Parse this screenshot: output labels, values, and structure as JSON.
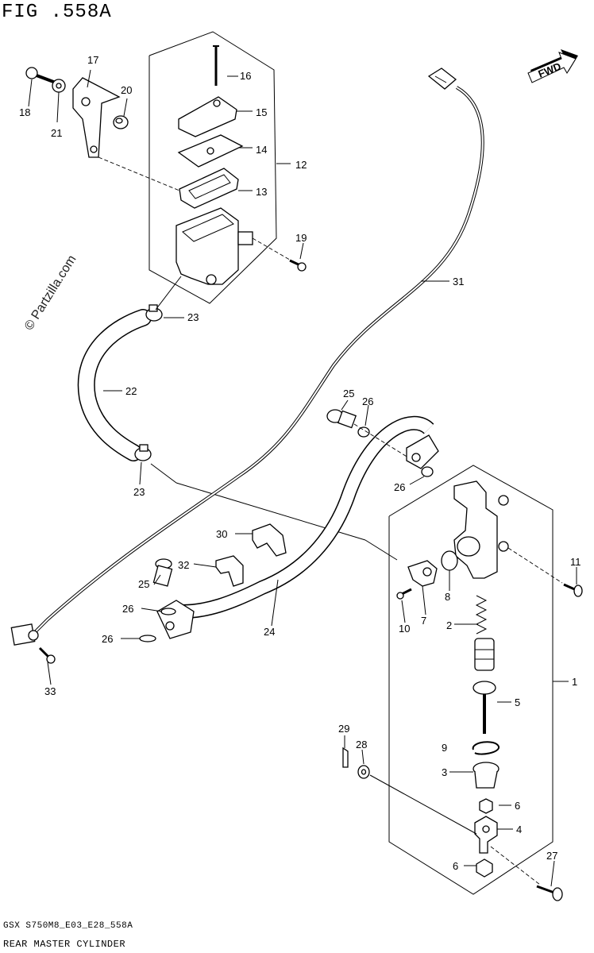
{
  "figure": {
    "title": "FIG .558A",
    "footer_code": "GSX  S750M8_E03_E28_558A",
    "footer_name": "REAR MASTER CYLINDER",
    "watermark": "© Partzilla.com",
    "fwd_label": "FWD"
  },
  "callouts": [
    {
      "id": "label-1",
      "text": "1"
    },
    {
      "id": "label-2",
      "text": "2"
    },
    {
      "id": "label-3",
      "text": "3"
    },
    {
      "id": "label-4",
      "text": "4"
    },
    {
      "id": "label-5",
      "text": "5"
    },
    {
      "id": "label-6a",
      "text": "6"
    },
    {
      "id": "label-6b",
      "text": "6"
    },
    {
      "id": "label-7",
      "text": "7"
    },
    {
      "id": "label-8",
      "text": "8"
    },
    {
      "id": "label-9",
      "text": "9"
    },
    {
      "id": "label-10",
      "text": "10"
    },
    {
      "id": "label-11",
      "text": "11"
    },
    {
      "id": "label-12",
      "text": "12"
    },
    {
      "id": "label-13",
      "text": "13"
    },
    {
      "id": "label-14",
      "text": "14"
    },
    {
      "id": "label-15",
      "text": "15"
    },
    {
      "id": "label-16",
      "text": "16"
    },
    {
      "id": "label-17",
      "text": "17"
    },
    {
      "id": "label-18",
      "text": "18"
    },
    {
      "id": "label-19",
      "text": "19"
    },
    {
      "id": "label-20",
      "text": "20"
    },
    {
      "id": "label-21",
      "text": "21"
    },
    {
      "id": "label-22",
      "text": "22"
    },
    {
      "id": "label-23a",
      "text": "23"
    },
    {
      "id": "label-23b",
      "text": "23"
    },
    {
      "id": "label-24",
      "text": "24"
    },
    {
      "id": "label-25a",
      "text": "25"
    },
    {
      "id": "label-25b",
      "text": "25"
    },
    {
      "id": "label-26a",
      "text": "26"
    },
    {
      "id": "label-26b",
      "text": "26"
    },
    {
      "id": "label-26c",
      "text": "26"
    },
    {
      "id": "label-26d",
      "text": "26"
    },
    {
      "id": "label-27",
      "text": "27"
    },
    {
      "id": "label-28",
      "text": "28"
    },
    {
      "id": "label-29",
      "text": "29"
    },
    {
      "id": "label-30",
      "text": "30"
    },
    {
      "id": "label-31",
      "text": "31"
    },
    {
      "id": "label-32",
      "text": "32"
    },
    {
      "id": "label-33",
      "text": "33"
    }
  ]
}
